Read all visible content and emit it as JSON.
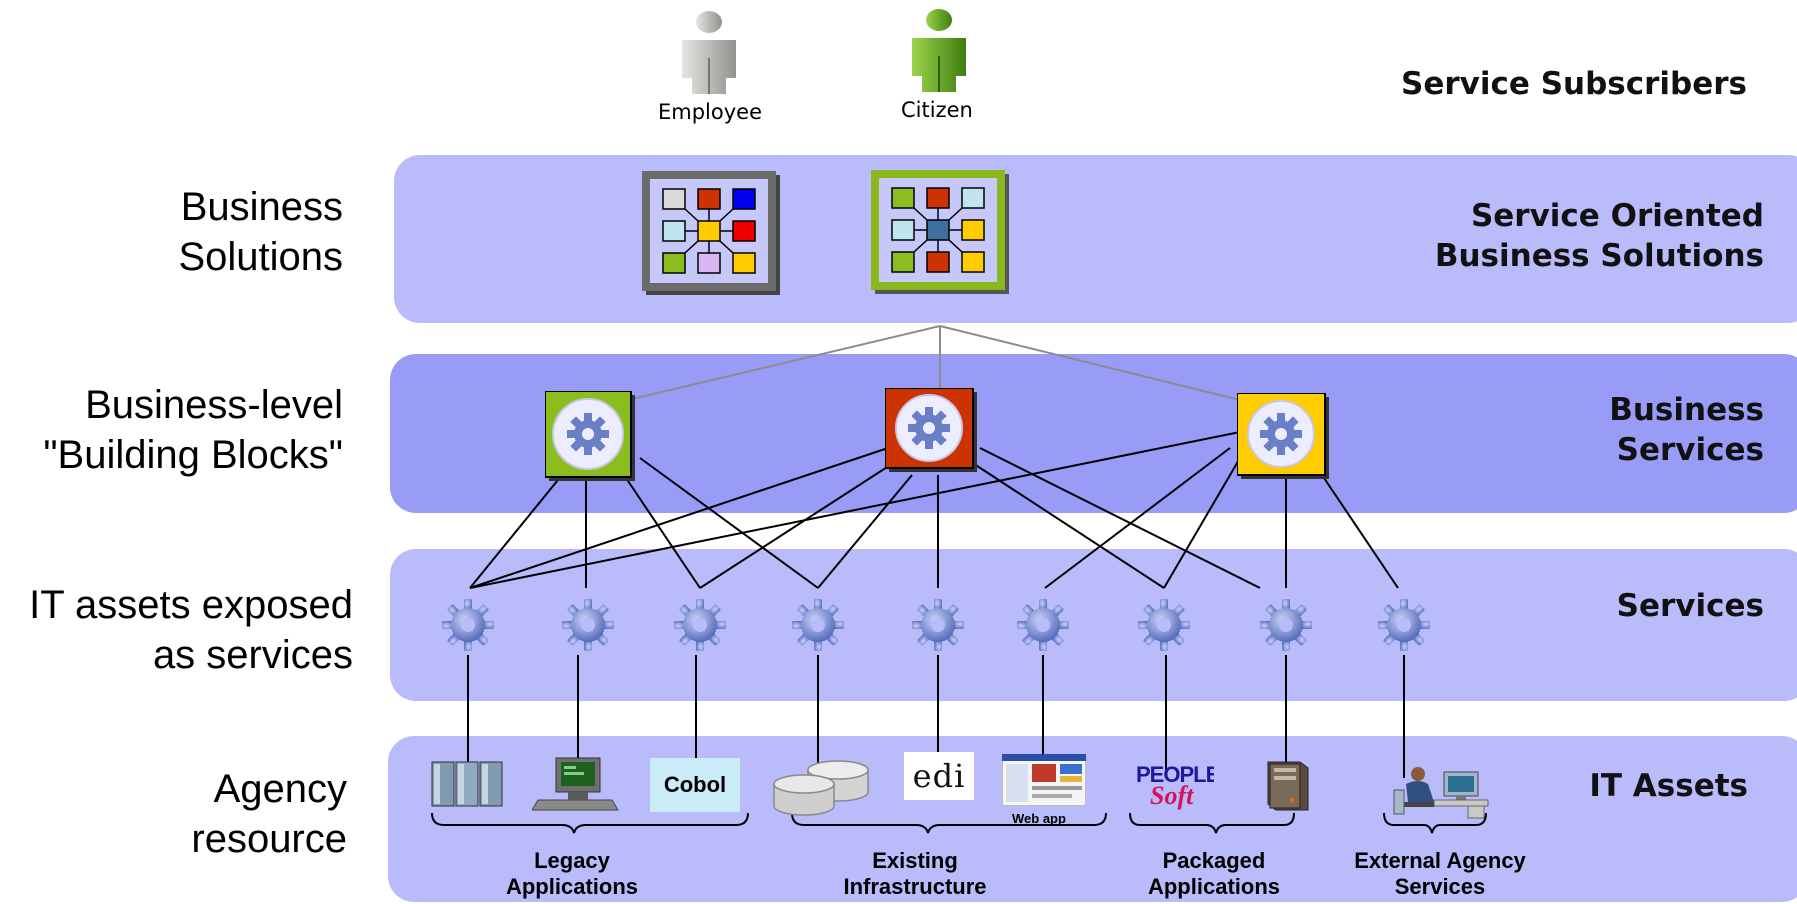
{
  "subscribers": {
    "header": "Service Subscribers",
    "people": [
      {
        "name": "Employee",
        "icon": "person-icon",
        "color": "#b9bcb6"
      },
      {
        "name": "Citizen",
        "icon": "person-icon",
        "color": "#6dad24"
      }
    ]
  },
  "layers": [
    {
      "left": "Business\nSolutions",
      "right": "Service Oriented\nBusiness Solutions",
      "color": "#b9bbfb"
    },
    {
      "left": "Business-level\n\"Building Blocks\"",
      "right": "Business\nServices",
      "color": "#999cf6"
    },
    {
      "left": "IT assets exposed\nas services",
      "right": "Services",
      "color": "#b9bbfb"
    },
    {
      "left": "Agency\nresource",
      "right": "IT Assets",
      "color": "#b9bbfb"
    }
  ],
  "solutions": [
    {
      "icon": "business-solution-diagram-icon",
      "frame": "#6b6b6b"
    },
    {
      "icon": "business-solution-diagram-icon",
      "frame": "#8ab81c"
    }
  ],
  "business_services": [
    {
      "icon": "gear-icon",
      "color": "#8cbd1f"
    },
    {
      "icon": "gear-icon",
      "color": "#cc3300"
    },
    {
      "icon": "gear-icon",
      "color": "#ffcc00"
    }
  ],
  "services_count": 9,
  "assets": [
    {
      "icon": "server-rack-icon",
      "label": ""
    },
    {
      "icon": "mainframe-terminal-icon",
      "label": ""
    },
    {
      "icon": "cobol-logo-icon",
      "label": "Cobol"
    },
    {
      "icon": "database-icon",
      "label": ""
    },
    {
      "icon": "edi-logo-icon",
      "label": "edi"
    },
    {
      "icon": "web-app-screenshot-icon",
      "label": "Web app"
    },
    {
      "icon": "peoplesoft-logo-icon",
      "label": "PEOPLE Soft"
    },
    {
      "icon": "server-tower-icon",
      "label": ""
    },
    {
      "icon": "agency-worker-icon",
      "label": ""
    }
  ],
  "groups": [
    {
      "label": "Legacy\nApplications"
    },
    {
      "label": "Existing\nInfrastructure"
    },
    {
      "label": "Packaged\nApplications"
    },
    {
      "label": "External Agency\nServices"
    }
  ]
}
